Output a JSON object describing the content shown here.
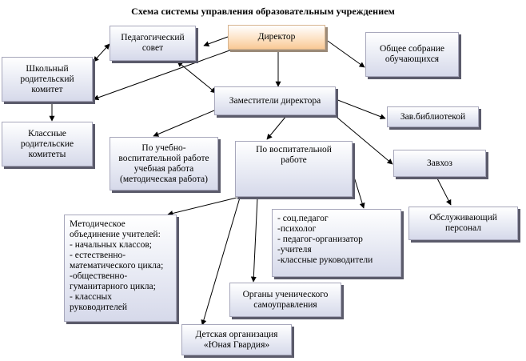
{
  "title": "Схема системы управления образовательным учреждением",
  "nodes": {
    "director": "Директор",
    "ped_council": "Педагогический\nсовет",
    "general_meeting": "Общее собрание\nобучающихся",
    "school_parent_committee": "Школьный\nродительский\nкомитет",
    "class_parent_committees": "Классные\nродительские\nкомитеты",
    "deputies": "Заместители директора",
    "librarian": "Зав.библиотекой",
    "academic_work": "По учебно-\nвоспитательной работе\nучебная работа\n(методическая работа)",
    "educational_work": "По воспитательной\nработе",
    "supply_manager": "Завхоз",
    "service_staff": "Обслуживающий\nперсонал",
    "methodical_association": "Методическое\nобъединение учителей:\n- начальных классов;\n- естественно-\nматематического цикла;\n-общественно-\nгуманитарного цикла;\n- классных\nруководителей",
    "specialists": "- соц.педагог\n-психолог\n- педагог-организатор\n-учителя\n-классные руководители",
    "student_government": "Органы ученического\nсамоуправления",
    "children_org": "Детская организация\n«Юная Гвардия»"
  },
  "colors": {
    "box_fill": "#d6d9ea",
    "box_border": "#a7a7bb",
    "director_fill": "#f9c995",
    "shadow": "#5b5b6b",
    "arrow": "#000000"
  }
}
